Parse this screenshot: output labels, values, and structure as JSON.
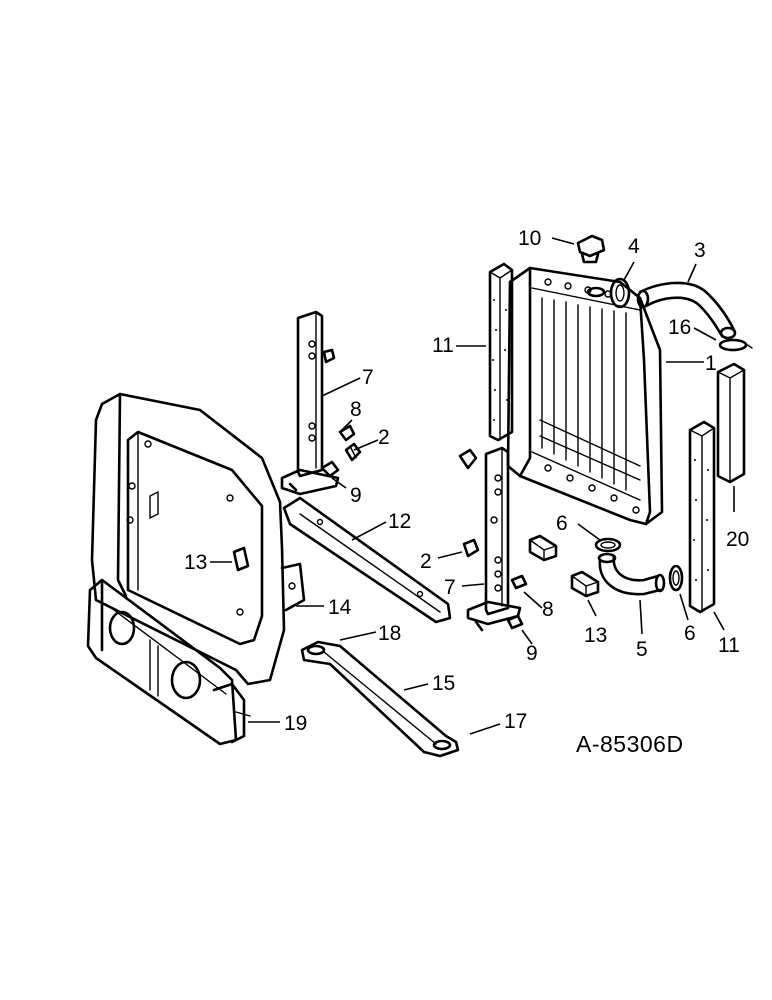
{
  "diagram_code": "A-85306D",
  "callouts": [
    {
      "id": "c10",
      "label": "10"
    },
    {
      "id": "c4",
      "label": "4"
    },
    {
      "id": "c3",
      "label": "3"
    },
    {
      "id": "c16",
      "label": "16"
    },
    {
      "id": "c11a",
      "label": "11"
    },
    {
      "id": "c1",
      "label": "1"
    },
    {
      "id": "c7a",
      "label": "7"
    },
    {
      "id": "c8a",
      "label": "8"
    },
    {
      "id": "c2a",
      "label": "2"
    },
    {
      "id": "c9a",
      "label": "9"
    },
    {
      "id": "c12",
      "label": "12"
    },
    {
      "id": "c20",
      "label": "20"
    },
    {
      "id": "c6a",
      "label": "6"
    },
    {
      "id": "c13a",
      "label": "13"
    },
    {
      "id": "c2b",
      "label": "2"
    },
    {
      "id": "c7b",
      "label": "7"
    },
    {
      "id": "c8b",
      "label": "8"
    },
    {
      "id": "c9b",
      "label": "9"
    },
    {
      "id": "c13b",
      "label": "13"
    },
    {
      "id": "c5",
      "label": "5"
    },
    {
      "id": "c6b",
      "label": "6"
    },
    {
      "id": "c11b",
      "label": "11"
    },
    {
      "id": "c14",
      "label": "14"
    },
    {
      "id": "c18",
      "label": "18"
    },
    {
      "id": "c15",
      "label": "15"
    },
    {
      "id": "c19",
      "label": "19"
    },
    {
      "id": "c17",
      "label": "17"
    }
  ]
}
